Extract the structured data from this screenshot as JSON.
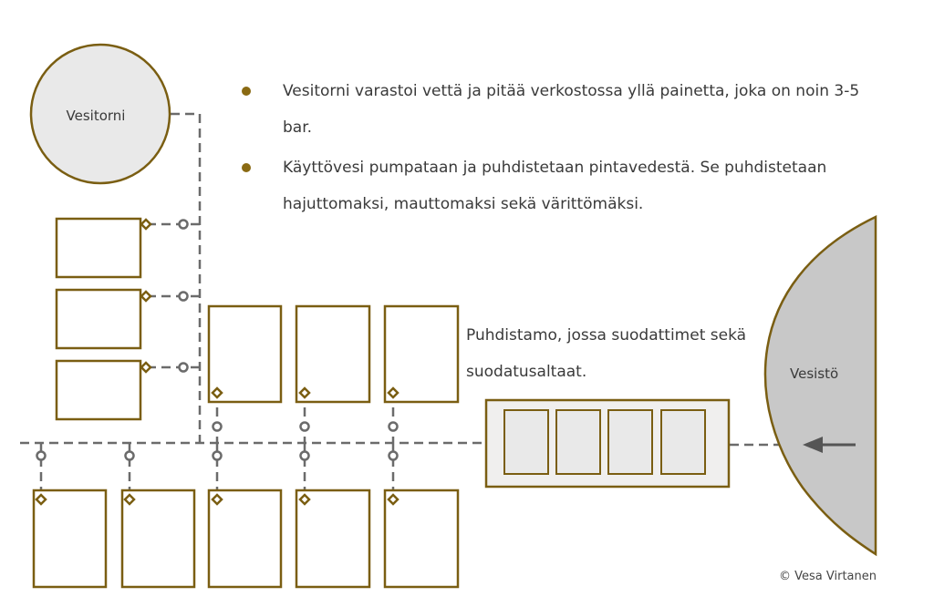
{
  "water_tower": {
    "label": "Vesitorni"
  },
  "lake": {
    "label": "Vesistö"
  },
  "bullets": [
    {
      "text": "Vesitorni varastoi vettä ja pitää verkostossa yllä painetta, joka on noin 3-5 bar."
    },
    {
      "text": "Käyttövesi pumpataan ja puhdistetaan pintavedestä. Se puhdistetaan hajuttomaksi, mauttomaksi sekä värittömäksi."
    }
  ],
  "treatment_plant": {
    "text": "Puhdistamo, jossa suodattimet sekä suodatusaltaat."
  },
  "copyright": "© Vesa Virtanen",
  "colors": {
    "outline": "#7a5e12",
    "pipe": "#6b6b6b",
    "tower_fill": "#e9e9e9",
    "lake_fill": "#c8c8c8",
    "plant_fill": "#f0efee"
  }
}
